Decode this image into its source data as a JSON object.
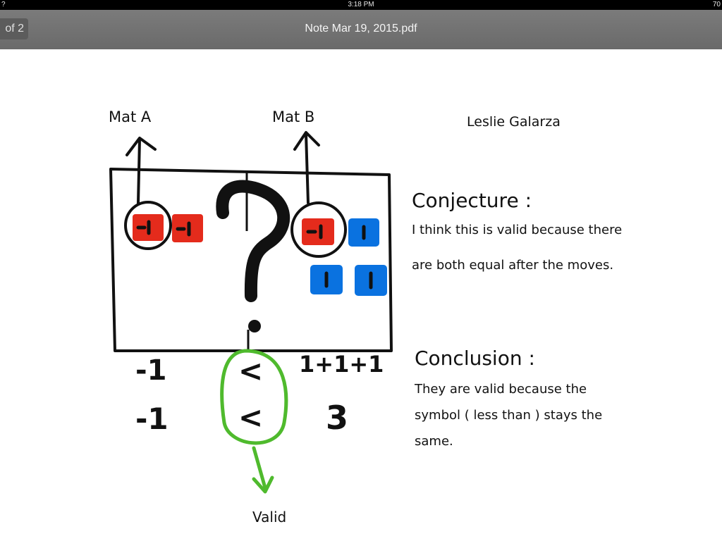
{
  "status_bar": {
    "left": "?",
    "time": "3:18 PM",
    "right": "70"
  },
  "toolbar": {
    "page_indicator": "of 2",
    "title": "Note Mar 19, 2015.pdf"
  },
  "note": {
    "author": "Leslie Galarza",
    "mat_a_label": "Mat A",
    "mat_b_label": "Mat B",
    "question_mark": "?",
    "tile_neg": "-1",
    "tile_pos": "1",
    "row1_left": "-1",
    "row1_symbol": "<",
    "row1_right": "1+1+1",
    "row2_left": "-1",
    "row2_symbol": "<",
    "row2_right": "3",
    "valid_label": "Valid",
    "conjecture_heading": "Conjecture :",
    "conjecture_line1": "I think this is valid because there",
    "conjecture_line2": "are both equal after the moves.",
    "conclusion_heading": "Conclusion :",
    "conclusion_line1": "They are valid because the",
    "conclusion_line2": "symbol ( less than ) stays the",
    "conclusion_line3": "same."
  },
  "colors": {
    "red_tile": "#e42b1c",
    "blue_tile": "#0a72e0",
    "green": "#4fba2d",
    "toolbar": "#707070"
  }
}
